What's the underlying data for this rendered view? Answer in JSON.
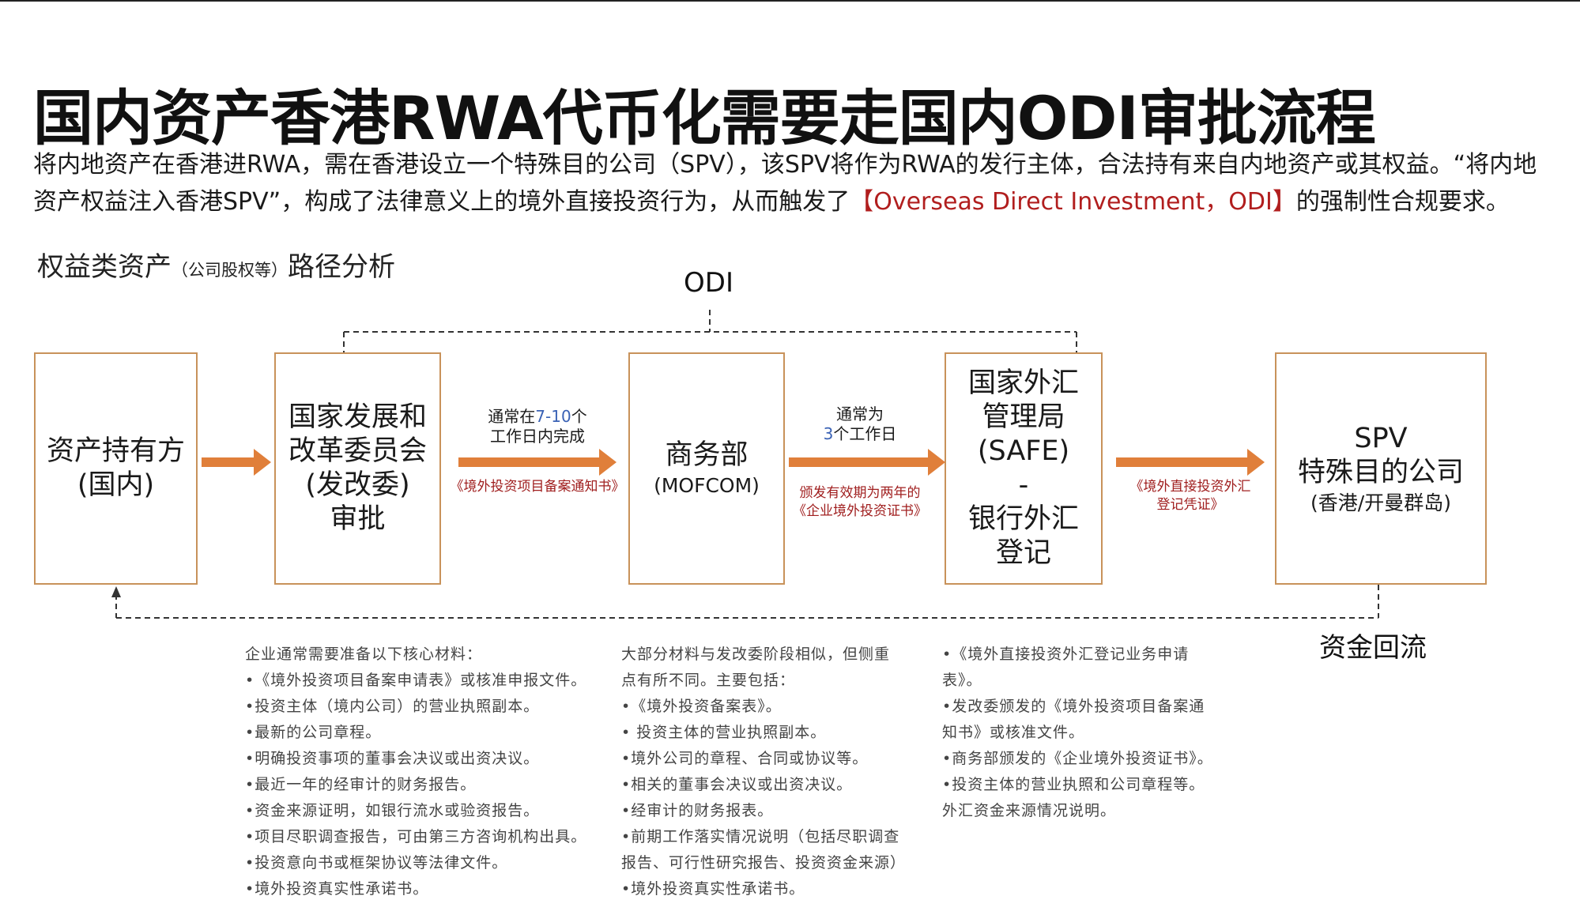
{
  "title": "国内资产香港RWA代币化需要走国内ODI审批流程",
  "intro": {
    "text": "将内地资产在香港进RWA，需在香港设立一个特殊目的公司（SPV），该SPV将作为RWA的发行主体，合法持有来自内地资产或其权益。“将内地资产权益注入香港SPV”，构成了法律意义上的境外直接投资行为，从而触发了",
    "highlight": "【Overseas Direct Investment，ODI】",
    "tail": "的强制性合规要求。"
  },
  "section": {
    "main": "权益类资产",
    "note": "（公司股权等）",
    "suffix": "路径分析"
  },
  "odi_label": "ODI",
  "return_label": "资金回流",
  "boxes": {
    "holder": {
      "l1": "资产持有方",
      "l2": "(国内)"
    },
    "ndrc": {
      "l1": "国家发展和",
      "l2": "改革委员会",
      "l3": "(发改委)",
      "l4": "审批"
    },
    "mofcom": {
      "l1": "商务部",
      "l2": "(MOFCOM)"
    },
    "safe": {
      "l1": "国家外汇",
      "l2": "管理局",
      "l3": "(SAFE)",
      "l4": "-",
      "l5": "银行外汇",
      "l6": "登记"
    },
    "spv": {
      "l1": "SPV",
      "l2": "特殊目的公司",
      "l3": "(香港/开曼群岛)"
    }
  },
  "arrow_labels": {
    "a2_pre": "通常在",
    "a2_num": "7-10",
    "a2_post": "个",
    "a2_line2": "工作日内完成",
    "a2_doc": "《境外投资项目备案通知书》",
    "a3_line1": "通常为",
    "a3_num": "3",
    "a3_post": "个工作日",
    "a3_doc1": "颁发有效期为两年的",
    "a3_doc2": "《企业境外投资证书》",
    "a4_doc1": "《境外直接投资外汇",
    "a4_doc2": "登记凭证》"
  },
  "materials": {
    "col1": [
      "企业通常需要准备以下核心材料：",
      "•《境外投资项目备案申请表》或核准申报文件。",
      "•投资主体（境内公司）的营业执照副本。",
      "•最新的公司章程。",
      "•明确投资事项的董事会决议或出资决议。",
      "•最近一年的经审计的财务报告。",
      "•资金来源证明，如银行流水或验资报告。",
      "•项目尽职调查报告，可由第三方咨询机构出具。",
      "•投资意向书或框架协议等法律文件。",
      "•境外投资真实性承诺书。"
    ],
    "col2": [
      "大部分材料与发改委阶段相似，但侧重",
      "点有所不同。主要包括：",
      "•《境外投资备案表》。",
      "• 投资主体的营业执照副本。",
      "•境外公司的章程、合同或协议等。",
      "•相关的董事会决议或出资决议。",
      "•经审计的财务报表。",
      "•前期工作落实情况说明（包括尽职调查",
      "报告、可行性研究报告、投资资金来源）",
      "•境外投资真实性承诺书。"
    ],
    "col3": [
      "•《境外直接投资外汇登记业务申请",
      "表》。",
      "•发改委颁发的《境外投资项目备案通",
      "知书》或核准文件。",
      "•商务部颁发的《企业境外投资证书》。",
      "•投资主体的营业执照和公司章程等。",
      "外汇资金来源情况说明。"
    ]
  },
  "colors": {
    "arrow": "#e07f3a",
    "box_border": "#c8925a",
    "highlight_red": "#b11e1e",
    "number_blue": "#3a62b5"
  }
}
